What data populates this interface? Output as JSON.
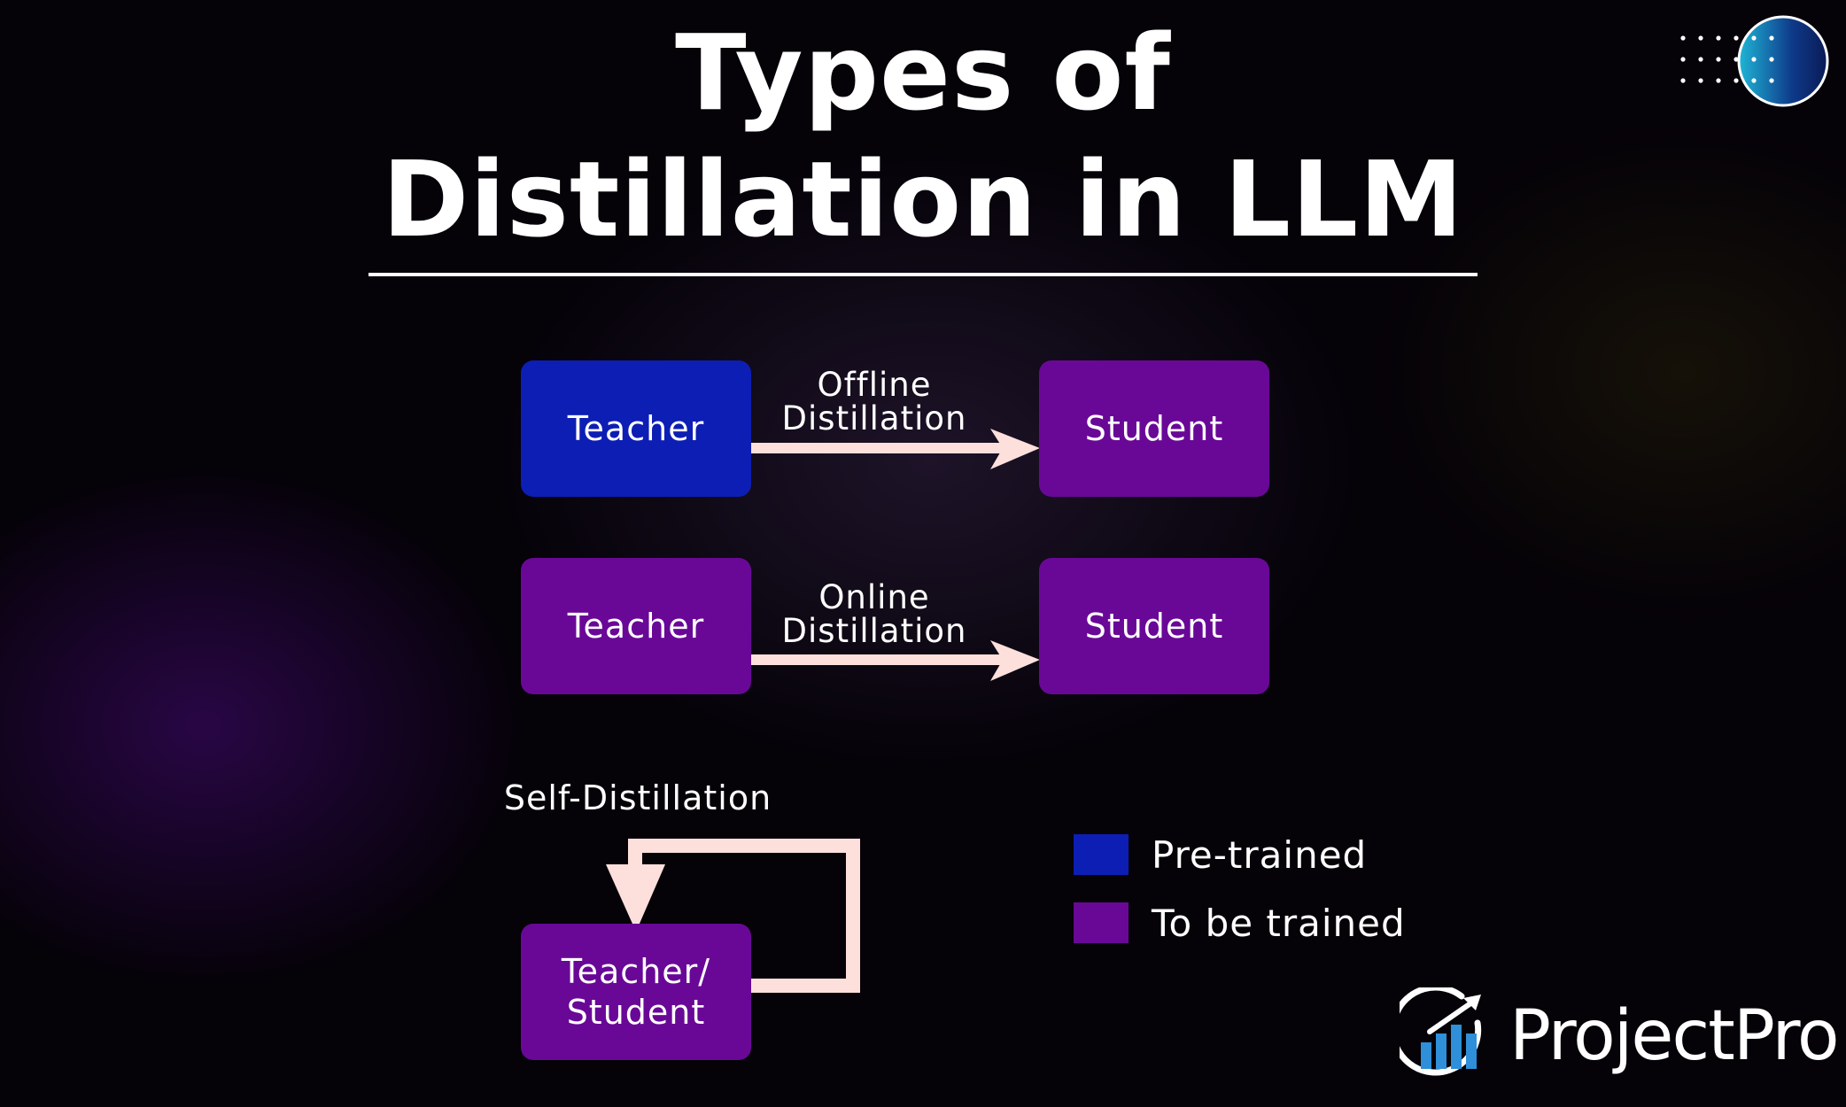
{
  "title": {
    "line1": "Types of",
    "line2": "Distillation in LLM"
  },
  "diagram": {
    "offline": {
      "teacher": "Teacher",
      "edge_label_1": "Offline",
      "edge_label_2": "Distillation",
      "student": "Student"
    },
    "online": {
      "teacher": "Teacher",
      "edge_label_1": "Online",
      "edge_label_2": "Distillation",
      "student": "Student"
    },
    "self": {
      "label": "Self-Distillation",
      "node_line1": "Teacher/",
      "node_line2": "Student"
    }
  },
  "legend": [
    {
      "label": "Pre-trained",
      "color": "#0d1eb4"
    },
    {
      "label": "To be trained",
      "color": "#690897"
    }
  ],
  "colors": {
    "pretrained": "#0d1eb4",
    "to_be_trained": "#690897",
    "arrow": "#fde0dc"
  },
  "brand": {
    "name": "ProjectPro",
    "icon": "bar-chart-arrow-icon"
  },
  "decoration": {
    "icon": "dotted-globe-icon"
  }
}
